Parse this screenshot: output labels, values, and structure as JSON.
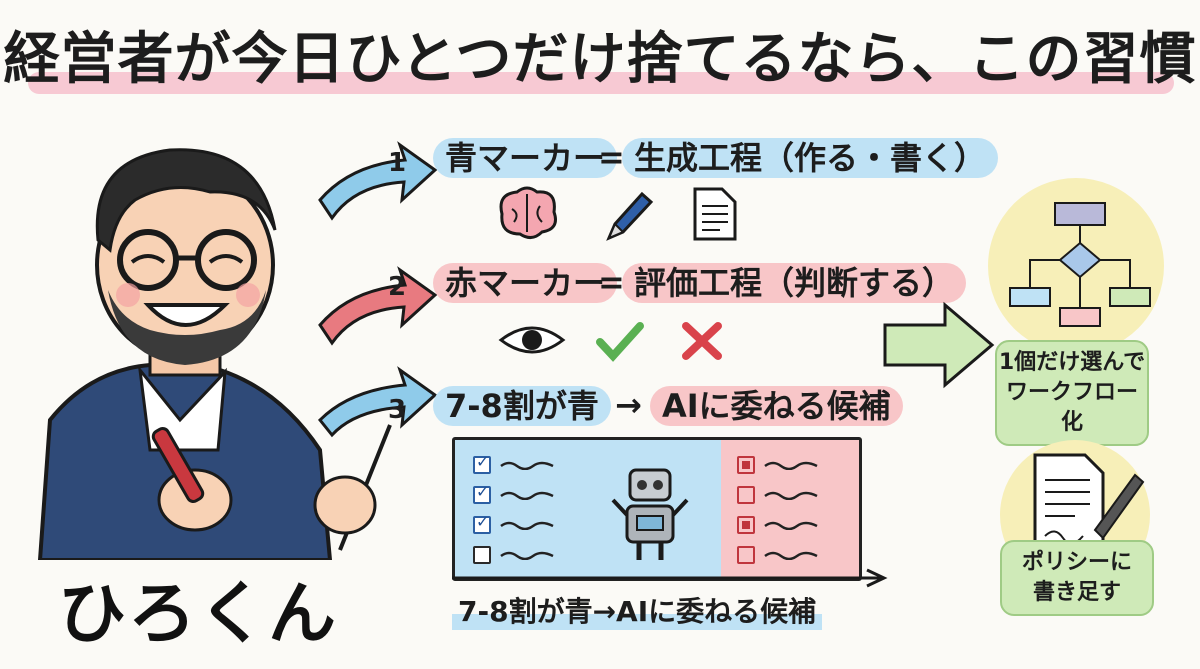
{
  "title": "経営者が今日ひとつだけ捨てるなら、この習慣",
  "person": {
    "name": "ひろくん"
  },
  "steps": [
    {
      "num": "1",
      "left": "青マーカー",
      "eq": "=",
      "right": "生成工程（作る・書く）"
    },
    {
      "num": "2",
      "left": "赤マーカー",
      "eq": "=",
      "right": "評価工程（判断する）"
    },
    {
      "num": "3",
      "left": "7-8割が青",
      "arrow": "→",
      "right": "AIに委ねる候補"
    }
  ],
  "step1_icons": [
    "brain-icon",
    "pen-icon",
    "document-icon"
  ],
  "step2_icons": [
    "eye-icon",
    "checkmark-icon",
    "cross-icon"
  ],
  "board": {
    "blue_checks": [
      true,
      true,
      true,
      false
    ],
    "red_rows": 4,
    "robot": "robot-icon"
  },
  "bottom_label": "7-8割が青→AIに委ねる候補",
  "results": [
    {
      "text_line1": "1個だけ選んで",
      "text_line2": "ワークフロー化",
      "icon": "flowchart-icon"
    },
    {
      "text_line1": "ポリシーに",
      "text_line2": "書き足す",
      "icon": "document-sign-icon"
    }
  ],
  "colors": {
    "blue": "#bfe2f5",
    "red": "#f8c6c8",
    "green": "#cfeab8",
    "yellow": "#f7efb8"
  }
}
